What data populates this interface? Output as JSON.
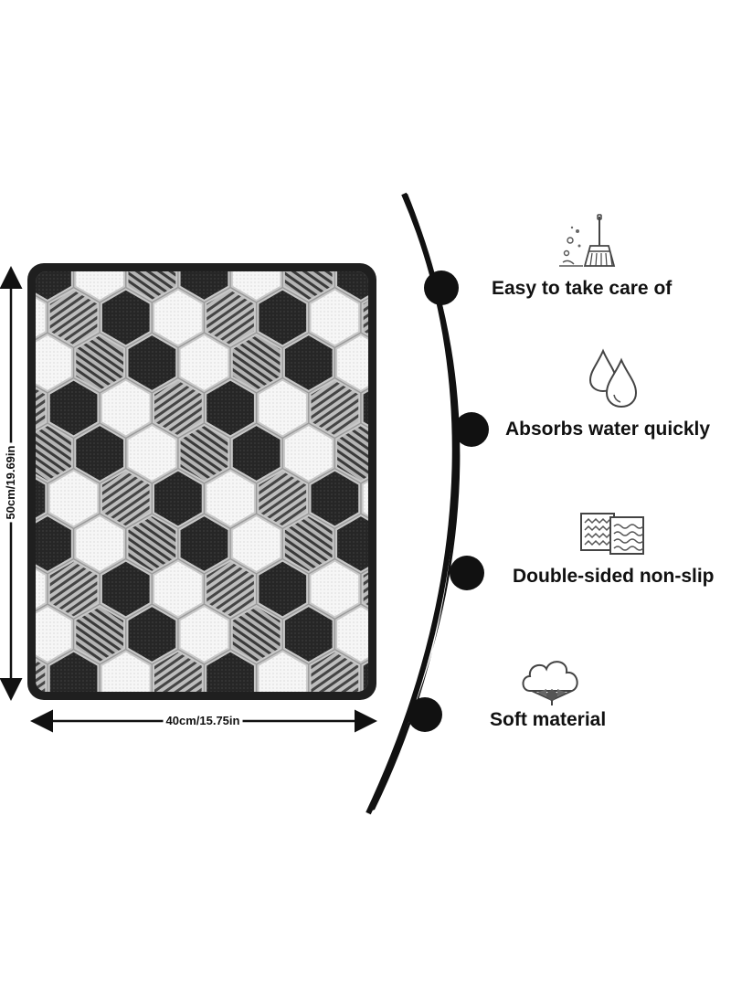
{
  "dimensions": {
    "height_label": "50cm/19.69in",
    "width_label": "40cm/15.75in"
  },
  "features": [
    {
      "icon": "broom-icon",
      "label": "Easy to take care of"
    },
    {
      "icon": "water-drops-icon",
      "label": "Absorbs water quickly"
    },
    {
      "icon": "non-slip-fabric-icon",
      "label": "Double-sided non-slip"
    },
    {
      "icon": "cotton-icon",
      "label": "Soft material"
    }
  ],
  "colors": {
    "mat_border": "#1f1f1f",
    "hex_black": "#232323",
    "hex_white": "#f4f4f4",
    "hex_gray": "#a9a9a9",
    "curve": "#111111"
  }
}
